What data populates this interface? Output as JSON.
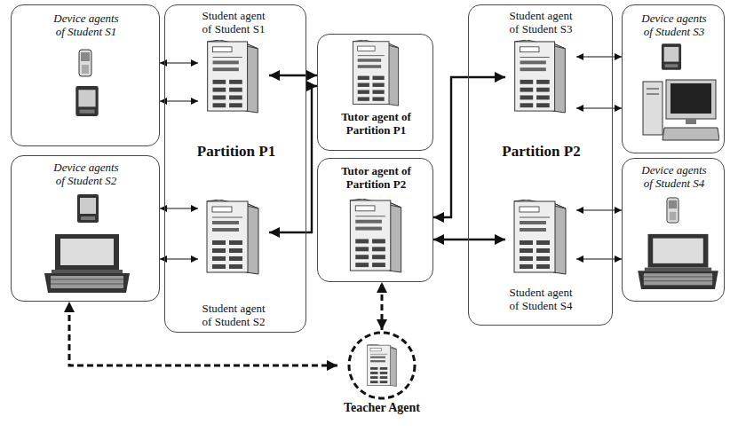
{
  "diagram": {
    "nodes": [
      {
        "text": [
          "Device agents of Student S1"
        ]
      },
      {
        "text": [
          "Partition P1"
        ]
      },
      {
        "text": [
          "Student agent of Student S1"
        ],
        "in": 1
      },
      {
        "text": [
          "Student agent of Student S2"
        ],
        "in": 1
      },
      {
        "text": [
          "Tutor agent of Partition P1"
        ]
      },
      {
        "text": [
          "Tutor agent of Partition P2"
        ]
      },
      {
        "text": [
          "Partition P2"
        ]
      },
      {
        "text": [
          "Student agent of Student S3"
        ],
        "in": 6
      },
      {
        "text": [
          "Student agent of Student S4"
        ],
        "in": 6
      },
      {
        "text": [
          "Device agents of Student S3"
        ]
      },
      {
        "text": [
          "Device agents of Student S2"
        ]
      },
      {
        "text": [
          "Device agents of Student S4"
        ]
      },
      {
        "text": [
          "Teacher Agent"
        ]
      }
    ],
    "edges": [
      {
        "from": 0,
        "to": 2,
        "arrow": "both"
      },
      {
        "from": 0,
        "to": 2,
        "arrow": "both"
      },
      {
        "from": 2,
        "to": 4,
        "arrow": "both"
      },
      {
        "from": 3,
        "to": 4,
        "arrow": "both"
      },
      {
        "from": 5,
        "to": 7,
        "arrow": "both"
      },
      {
        "from": 5,
        "to": 8,
        "arrow": "both"
      },
      {
        "from": 7,
        "to": 9,
        "arrow": "both"
      },
      {
        "from": 7,
        "to": 9,
        "arrow": "both"
      },
      {
        "from": 10,
        "to": 3,
        "arrow": "both"
      },
      {
        "from": 10,
        "to": 3,
        "arrow": "both"
      },
      {
        "from": 8,
        "to": 11,
        "arrow": "both"
      },
      {
        "from": 8,
        "to": 11,
        "arrow": "both"
      },
      {
        "from": 12,
        "to": 5,
        "arrow": "both"
      },
      {
        "from": 12,
        "to": 10,
        "arrow": "both"
      }
    ]
  }
}
